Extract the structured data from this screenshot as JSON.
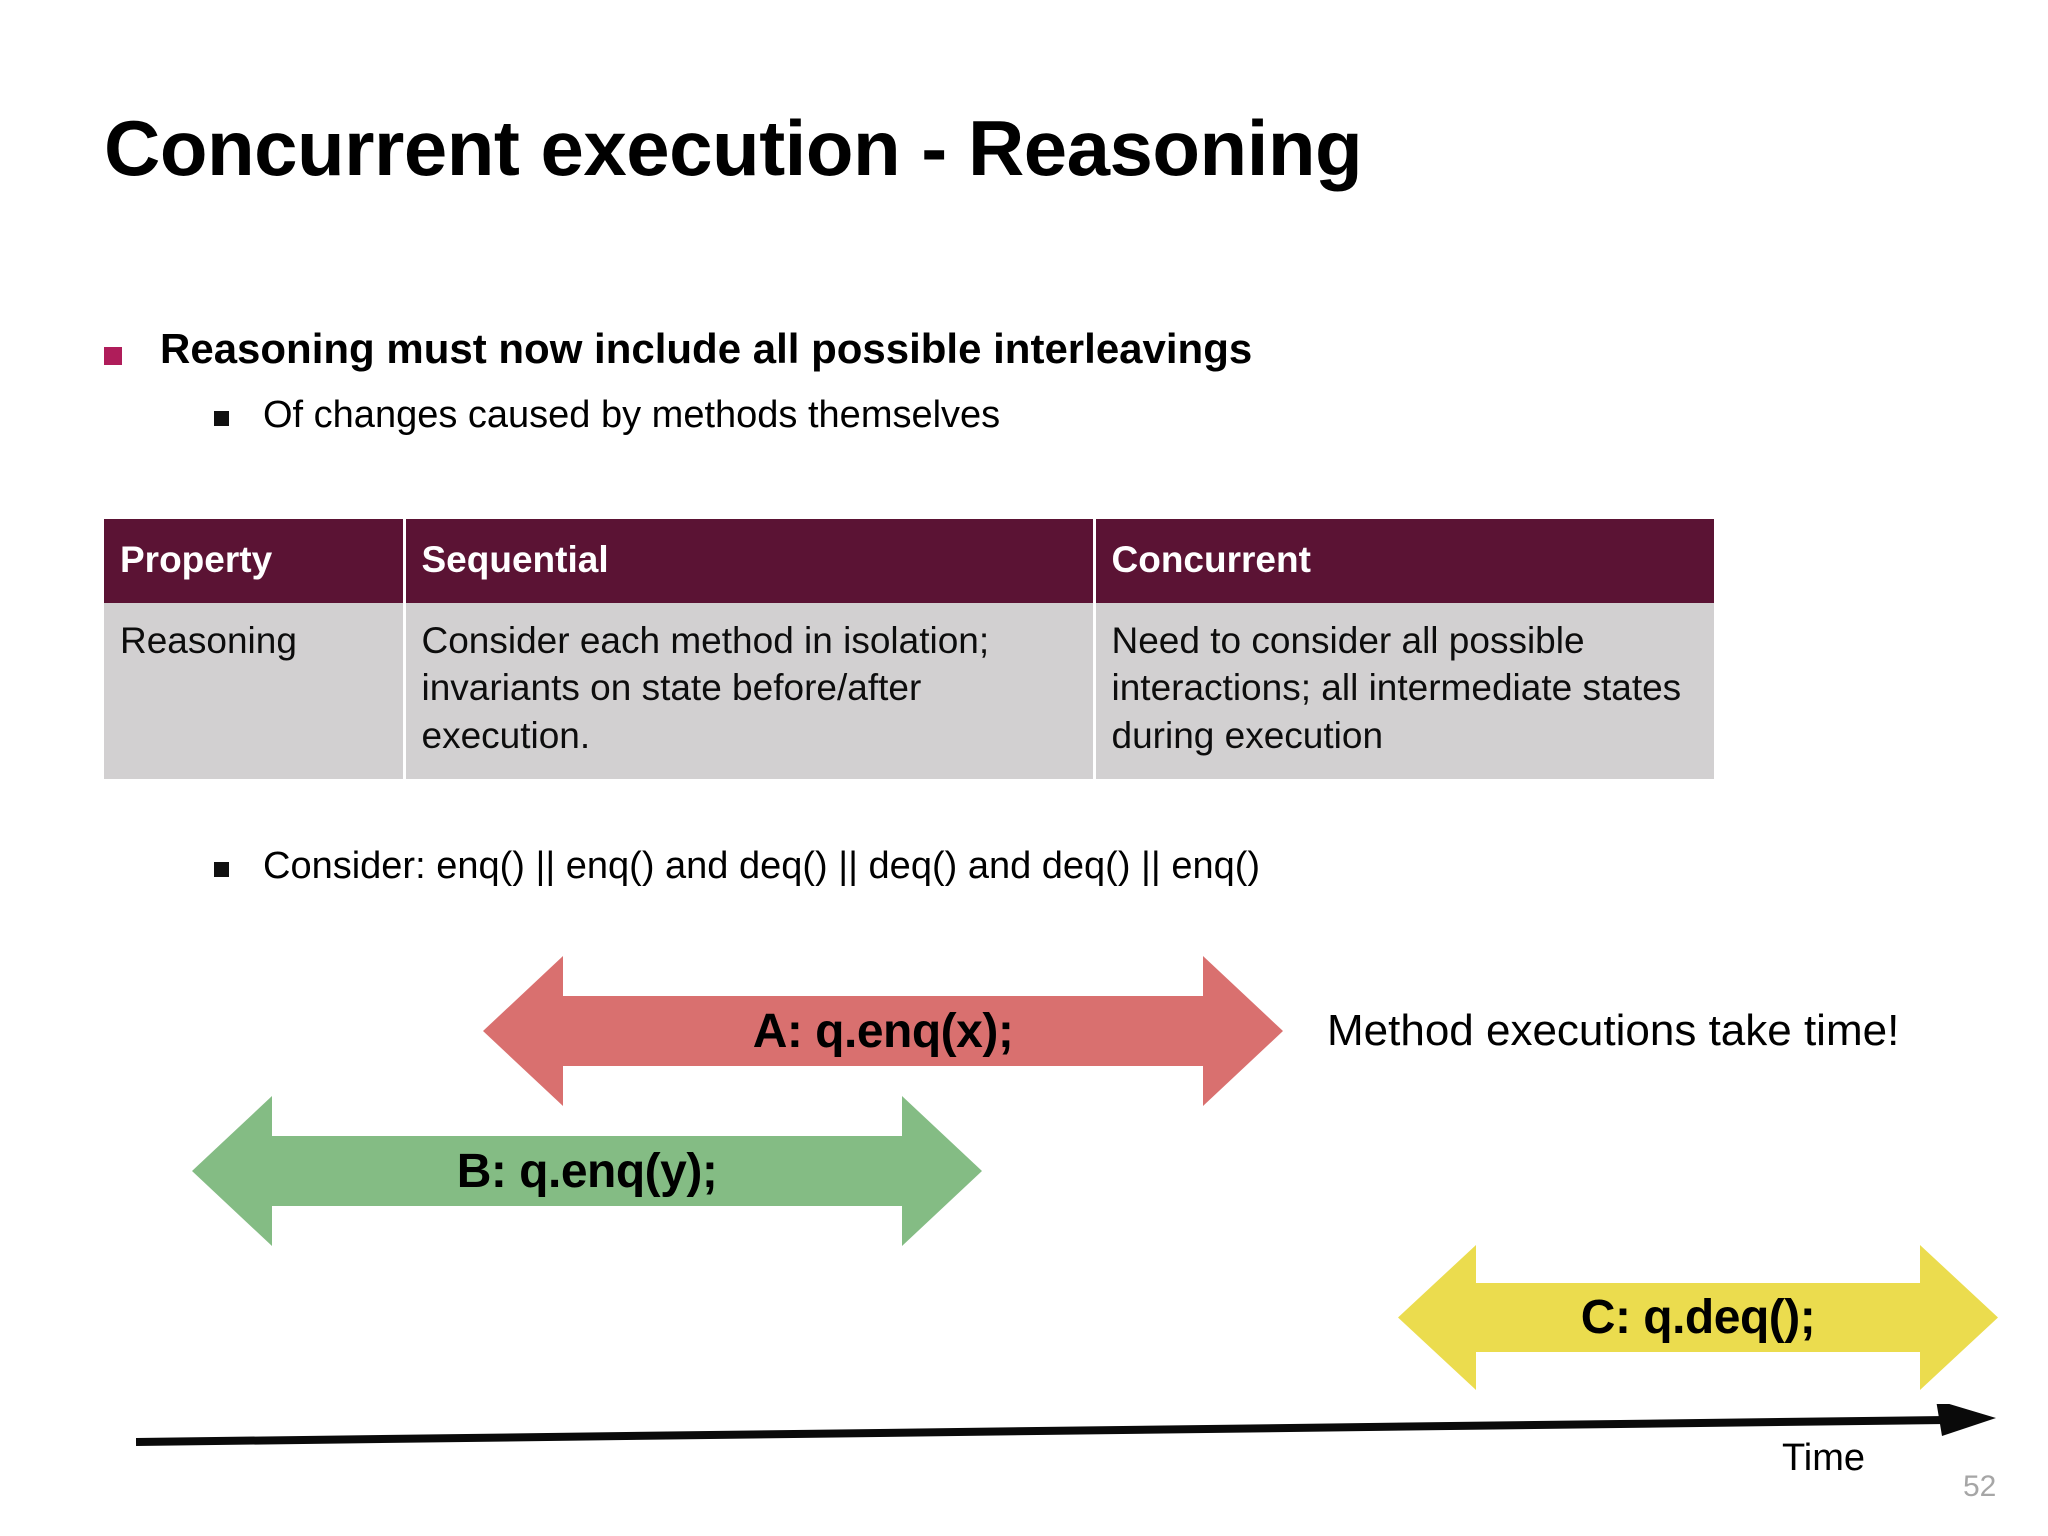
{
  "slide": {
    "title": "Concurrent execution - Reasoning",
    "page_number": "52",
    "accent_color": "#AF1D5A",
    "table_header_color": "#5B1334",
    "table_body_color": "#D2D0D1"
  },
  "bullets": {
    "level1": "Reasoning must now include all possible interleavings",
    "level2_a": "Of changes caused by methods themselves",
    "level2_b": "Consider: enq() || enq() and deq() || deq() and deq() || enq()"
  },
  "table": {
    "headers": [
      "Property",
      "Sequential",
      "Concurrent"
    ],
    "rows": [
      {
        "property": "Reasoning",
        "sequential": "Consider each method in isolation; invariants on state before/after execution.",
        "concurrent": "Need to consider all possible interactions; all intermediate states during execution"
      }
    ]
  },
  "timeline": {
    "note": "Method executions take time!",
    "axis_label": "Time",
    "arrows": [
      {
        "label": "A: q.enq(x);",
        "color": "#D9706F",
        "thread": "A"
      },
      {
        "label": "B: q.enq(y);",
        "color": "#84BC84",
        "thread": "B"
      },
      {
        "label": "C: q.deq();",
        "color": "#EBDC4E",
        "thread": "C"
      }
    ]
  }
}
